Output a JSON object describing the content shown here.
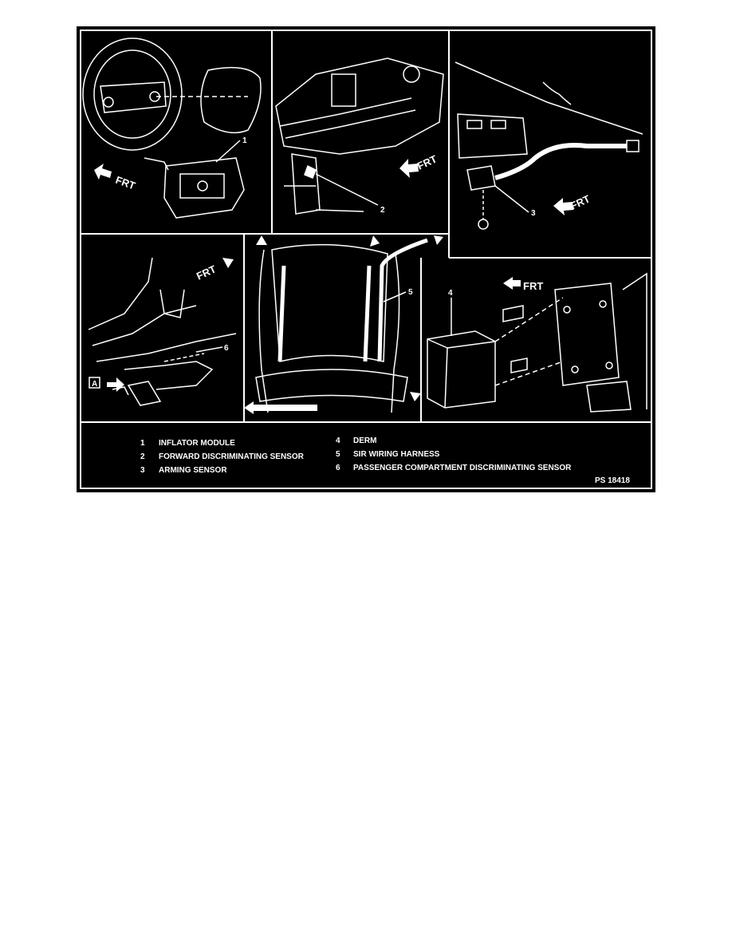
{
  "legend": [
    {
      "num": "1",
      "text": "INFLATOR MODULE"
    },
    {
      "num": "2",
      "text": "FORWARD DISCRIMINATING SENSOR"
    },
    {
      "num": "3",
      "text": "ARMING SENSOR"
    },
    {
      "num": "4",
      "text": "DERM"
    },
    {
      "num": "5",
      "text": "SIR WIRING HARNESS"
    },
    {
      "num": "6",
      "text": "PASSENGER COMPARTMENT DISCRIMINATING SENSOR"
    }
  ],
  "direction_label": "FRT",
  "view_label": "A",
  "figure_id": "PS 18418",
  "callouts": [
    "1",
    "2",
    "3",
    "4",
    "5",
    "6"
  ],
  "colors": {
    "background": "#000000",
    "line": "#ffffff",
    "page": "#ffffff"
  }
}
